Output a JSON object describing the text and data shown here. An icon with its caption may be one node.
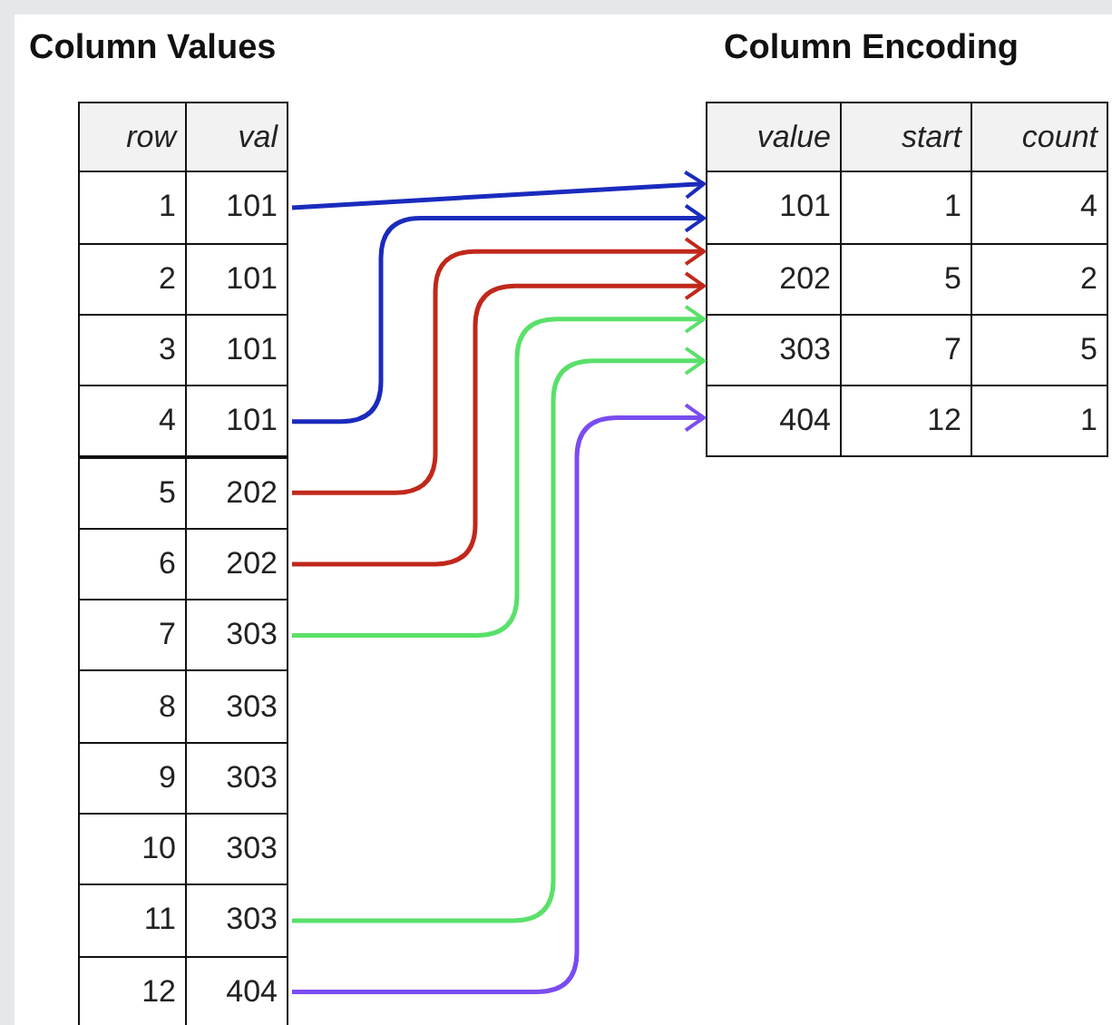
{
  "diagram": {
    "nodes": [
      {
        "text": [
          "Column Values"
        ]
      },
      {
        "text": [
          "row"
        ],
        "in": 0
      },
      {
        "text": [
          "val"
        ],
        "in": 0
      },
      {
        "text": [
          "1"
        ],
        "in": 0
      },
      {
        "text": [
          "101"
        ],
        "in": 0
      },
      {
        "text": [
          "2"
        ],
        "in": 0
      },
      {
        "text": [
          "101"
        ],
        "in": 0
      },
      {
        "text": [
          "3"
        ],
        "in": 0
      },
      {
        "text": [
          "101"
        ],
        "in": 0
      },
      {
        "text": [
          "4"
        ],
        "in": 0
      },
      {
        "text": [
          "101"
        ],
        "in": 0
      },
      {
        "text": [
          "5"
        ],
        "in": 0
      },
      {
        "text": [
          "202"
        ],
        "in": 0
      },
      {
        "text": [
          "6"
        ],
        "in": 0
      },
      {
        "text": [
          "202"
        ],
        "in": 0
      },
      {
        "text": [
          "7"
        ],
        "in": 0
      },
      {
        "text": [
          "303"
        ],
        "in": 0
      },
      {
        "text": [
          "8"
        ],
        "in": 0
      },
      {
        "text": [
          "303"
        ],
        "in": 0
      },
      {
        "text": [
          "9"
        ],
        "in": 0
      },
      {
        "text": [
          "303"
        ],
        "in": 0
      },
      {
        "text": [
          "10"
        ],
        "in": 0
      },
      {
        "text": [
          "303"
        ],
        "in": 0
      },
      {
        "text": [
          "11"
        ],
        "in": 0
      },
      {
        "text": [
          "303"
        ],
        "in": 0
      },
      {
        "text": [
          "12"
        ],
        "in": 0
      },
      {
        "text": [
          "404"
        ],
        "in": 0
      },
      {
        "text": [
          "Column Encoding"
        ]
      },
      {
        "text": [
          "value"
        ],
        "in": 27
      },
      {
        "text": [
          "start"
        ],
        "in": 27
      },
      {
        "text": [
          "count"
        ],
        "in": 27
      },
      {
        "text": [
          "101"
        ],
        "in": 27
      },
      {
        "text": [
          "1"
        ],
        "in": 27
      },
      {
        "text": [
          "4"
        ],
        "in": 27
      },
      {
        "text": [
          "202"
        ],
        "in": 27
      },
      {
        "text": [
          "5"
        ],
        "in": 27
      },
      {
        "text": [
          "2"
        ],
        "in": 27
      },
      {
        "text": [
          "303"
        ],
        "in": 27
      },
      {
        "text": [
          "7"
        ],
        "in": 27
      },
      {
        "text": [
          "5"
        ],
        "in": 27
      },
      {
        "text": [
          "404"
        ],
        "in": 27
      },
      {
        "text": [
          "12"
        ],
        "in": 27
      },
      {
        "text": [
          "1"
        ],
        "in": 27
      }
    ],
    "edges": [
      {
        "from": 4,
        "to": 31,
        "arrow": "to",
        "color": "#1a2bbd"
      },
      {
        "from": 10,
        "to": 31,
        "arrow": "to",
        "color": "#1a2bbd"
      },
      {
        "from": 12,
        "to": 34,
        "arrow": "to",
        "color": "#c0281b"
      },
      {
        "from": 14,
        "to": 34,
        "arrow": "to",
        "color": "#c0281b"
      },
      {
        "from": 16,
        "to": 37,
        "arrow": "to",
        "color": "#5ae06a"
      },
      {
        "from": 24,
        "to": 37,
        "arrow": "to",
        "color": "#5ae06a"
      },
      {
        "from": 26,
        "to": 40,
        "arrow": "to",
        "color": "#7a4cf0"
      }
    ]
  }
}
